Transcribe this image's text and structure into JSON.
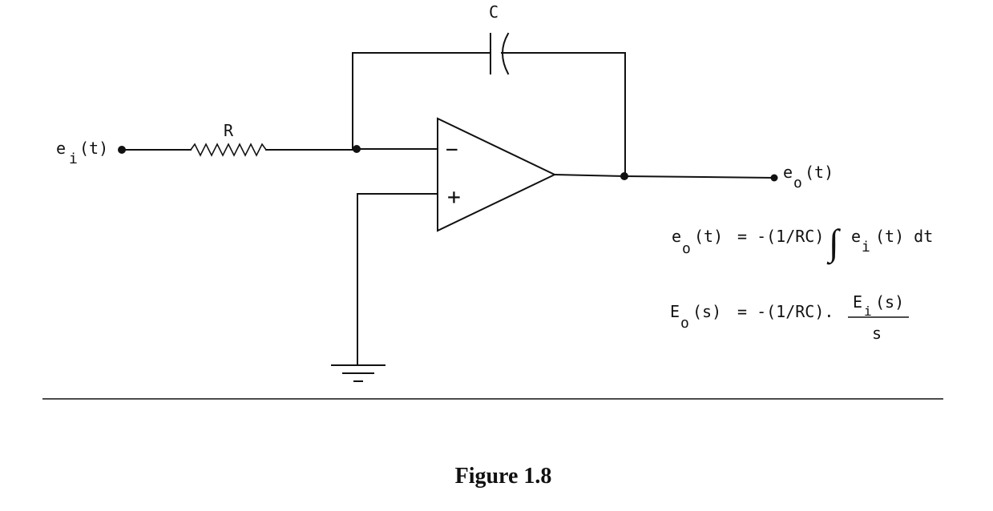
{
  "labels": {
    "capacitor": "C",
    "resistor": "R",
    "input_e": "e",
    "input_sub": "i",
    "input_t": "(t)",
    "output_e": "e",
    "output_sub": "o",
    "output_t": "(t)",
    "inverting": "−",
    "noninverting": "+"
  },
  "equations": {
    "eq1_lhs_e": "e",
    "eq1_lhs_sub": "o",
    "eq1_lhs_t": "(t)",
    "eq1_mid": "= -(1/RC)",
    "eq1_integral": "∫",
    "eq1_rhs_e": "e",
    "eq1_rhs_sub": "i",
    "eq1_rhs_t": "(t) dt",
    "eq2_lhs_E": "E",
    "eq2_lhs_sub": "o",
    "eq2_lhs_s": "(s)",
    "eq2_mid": "= -(1/RC).",
    "eq2_num_E": "E",
    "eq2_num_sub": "i",
    "eq2_num_s": "(s)",
    "eq2_den": "s"
  },
  "caption": "Figure 1.8"
}
